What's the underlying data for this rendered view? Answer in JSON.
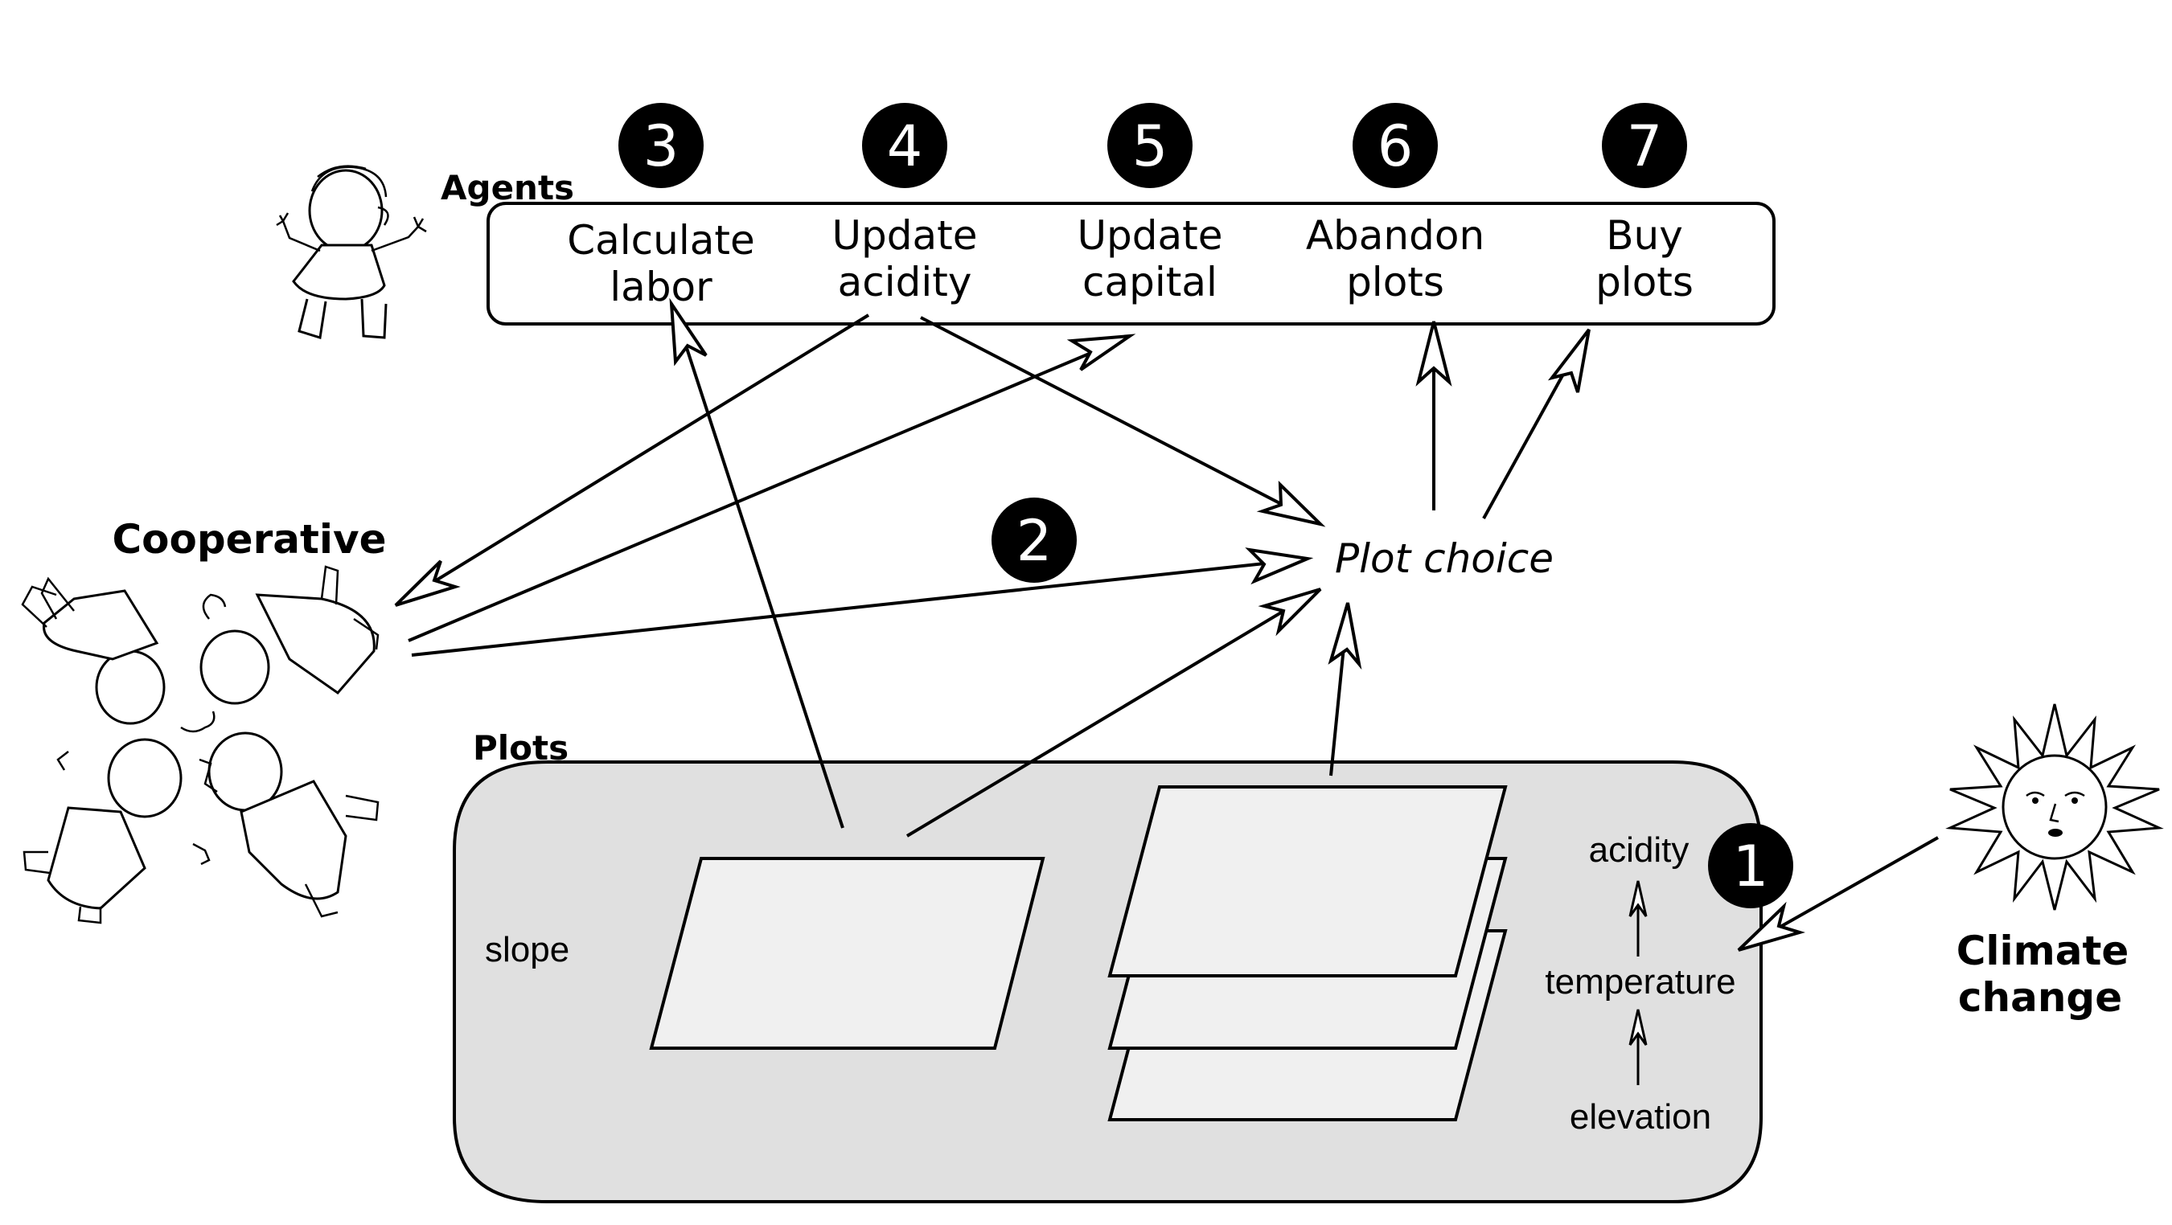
{
  "agents": {
    "label": "Agents",
    "steps": [
      {
        "number": "3",
        "line1": "Calculate",
        "line2": "labor"
      },
      {
        "number": "4",
        "line1": "Update",
        "line2": "acidity"
      },
      {
        "number": "5",
        "line1": "Update",
        "line2": "capital"
      },
      {
        "number": "6",
        "line1": "Abandon",
        "line2": "plots"
      },
      {
        "number": "7",
        "line1": "Buy",
        "line2": "plots"
      }
    ]
  },
  "cooperative": {
    "label": "Cooperative"
  },
  "plot_choice": {
    "label": "Plot choice",
    "number": "2"
  },
  "plots": {
    "label": "Plots",
    "slope_label": "slope",
    "acidity_label": "acidity",
    "temperature_label": "temperature",
    "elevation_label": "elevation"
  },
  "climate": {
    "line1": "Climate",
    "line2": "change",
    "number": "1"
  },
  "colors": {
    "plots_bg": "#e0e0e0",
    "plot_fill": "#f0f0f0",
    "ink": "#000000"
  }
}
